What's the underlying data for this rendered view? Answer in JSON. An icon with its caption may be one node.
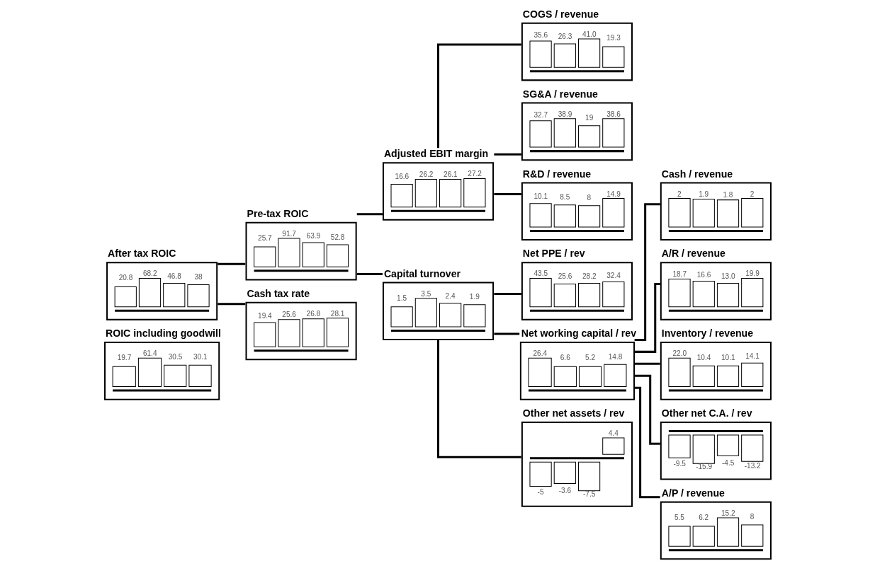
{
  "diagram": {
    "nodes": [
      {
        "text": [
          "After tax ROIC",
          "20.8",
          "68.2",
          "46.8",
          "38"
        ]
      },
      {
        "text": [
          "ROIC including goodwill",
          "19.7",
          "61.4",
          "30.5",
          "30.1"
        ]
      },
      {
        "text": [
          "Pre-tax ROIC",
          "25.7",
          "91.7",
          "63.9",
          "52.8"
        ]
      },
      {
        "text": [
          "Cash tax rate",
          "19.4",
          "25.6",
          "26.8",
          "28.1"
        ]
      },
      {
        "text": [
          "Adjusted EBIT margin",
          "16.6",
          "26.2",
          "26.1",
          "27.2"
        ]
      },
      {
        "text": [
          "Capital turnover",
          "1.5",
          "3.5",
          "2.4",
          "1.9"
        ]
      },
      {
        "text": [
          "COGS / revenue",
          "35.6",
          "26.3",
          "41.0",
          "19.3"
        ]
      },
      {
        "text": [
          "SG&A / revenue",
          "32.7",
          "38.9",
          "19",
          "38.6"
        ]
      },
      {
        "text": [
          "R&D / revenue",
          "10.1",
          "8.5",
          "8",
          "14.9"
        ]
      },
      {
        "text": [
          "Net PPE / rev",
          "43.5",
          "25.6",
          "28.2",
          "32.4"
        ]
      },
      {
        "text": [
          "Net working capital / rev",
          "26.4",
          "6.6",
          "5.2",
          "14.8"
        ]
      },
      {
        "text": [
          "Other net assets / rev",
          "-5",
          "-3.6",
          "-7.5",
          "4.4"
        ]
      },
      {
        "text": [
          "Cash / revenue",
          "2",
          "1.9",
          "1.8",
          "2"
        ]
      },
      {
        "text": [
          "A/R / revenue",
          "18.7",
          "16.6",
          "13.0",
          "19.9"
        ]
      },
      {
        "text": [
          "Inventory / revenue",
          "22.0",
          "10.4",
          "10.1",
          "14.1"
        ]
      },
      {
        "text": [
          "Other net C.A. / rev",
          "-9.5",
          "-15.9",
          "-4.5",
          "-13.2"
        ]
      },
      {
        "text": [
          "A/P / revenue",
          "5.5",
          "6.2",
          "15.2",
          "8"
        ]
      }
    ],
    "edges": [
      {
        "from": 0,
        "to": 2,
        "arrow": "none"
      },
      {
        "from": 0,
        "to": 3,
        "arrow": "none"
      },
      {
        "from": 2,
        "to": 4,
        "arrow": "none"
      },
      {
        "from": 2,
        "to": 5,
        "arrow": "none"
      },
      {
        "from": 4,
        "to": 6,
        "arrow": "none"
      },
      {
        "from": 4,
        "to": 7,
        "arrow": "none"
      },
      {
        "from": 4,
        "to": 8,
        "arrow": "none"
      },
      {
        "from": 5,
        "to": 9,
        "arrow": "none"
      },
      {
        "from": 5,
        "to": 10,
        "arrow": "none"
      },
      {
        "from": 5,
        "to": 11,
        "arrow": "none"
      },
      {
        "from": 10,
        "to": 12,
        "arrow": "none"
      },
      {
        "from": 10,
        "to": 13,
        "arrow": "none"
      },
      {
        "from": 10,
        "to": 14,
        "arrow": "none"
      },
      {
        "from": 10,
        "to": 15,
        "arrow": "none"
      },
      {
        "from": 10,
        "to": 16,
        "arrow": "none"
      }
    ]
  }
}
